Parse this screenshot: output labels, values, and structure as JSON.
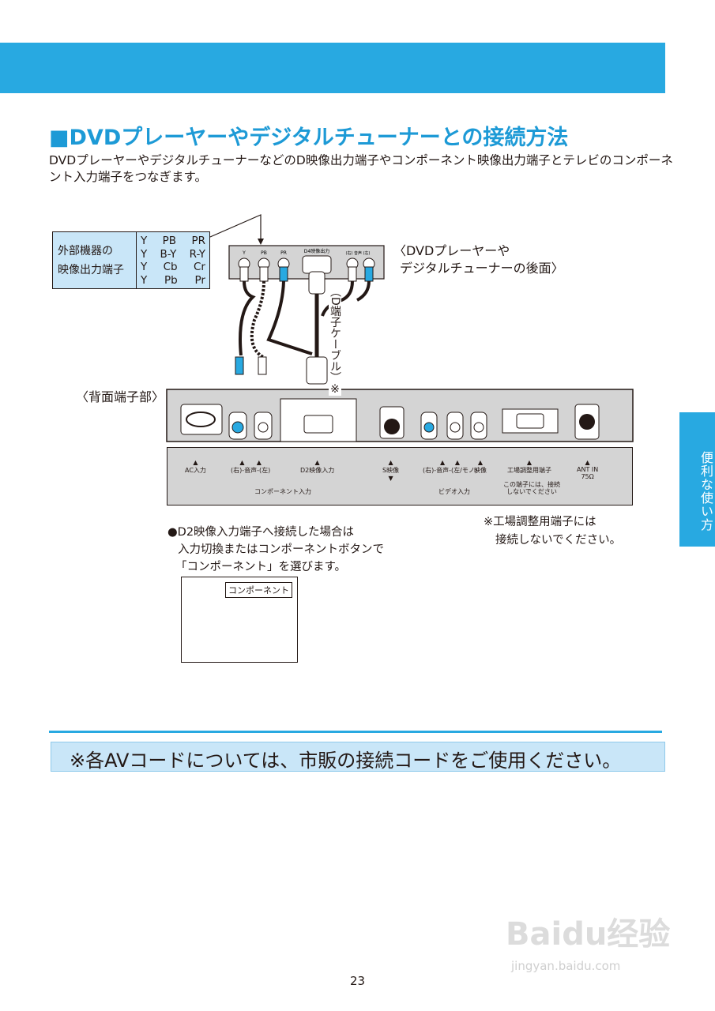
{
  "heading": "■DVDプレーヤーやデジタルチューナーとの接続方法",
  "intro_text": "DVDプレーヤーやデジタルチューナーなどのD映像出力端子やコンポーネント映像出力端子とテレビのコンポーネント入力端子をつなぎます。",
  "side_tab": "便利な使い方",
  "spec_box": {
    "label_line1": "外部機器の",
    "label_line2": "映像出力端子",
    "rows": [
      [
        "Y",
        "PB",
        "PR"
      ],
      [
        "Y",
        "B-Y",
        "R-Y"
      ],
      [
        "Y",
        "Cb",
        "Cr"
      ],
      [
        "Y",
        "Pb",
        "Pr"
      ]
    ]
  },
  "dvd_panel": {
    "label_line1": "〈DVDプレーヤーや",
    "label_line2": "デジタルチューナーの後面〉",
    "jacks": [
      "Y",
      "PB",
      "PR"
    ],
    "d4_label": "D4映像出力",
    "audio_label": "(右) 音声 (左)"
  },
  "cable_label": "（D端子ケーブル）※",
  "rear_label": "〈背面端子部〉",
  "rear_panel_labels": {
    "ac": "AC入力",
    "comp_audio": "(右)-音声-(左)",
    "d2": "D2映像入力",
    "comp_group": "コンポーネント入力",
    "s_video": "S映像",
    "video_audio": "(右)-音声-(左/モノ)",
    "video": "映像",
    "video_group": "ビデオ入力",
    "factory": "工場調整用端子",
    "factory_note_1": "この端子には、接続",
    "factory_note_2": "しないでください",
    "ant": "ANT  IN",
    "ant_ohm": "75Ω"
  },
  "note_left": {
    "line1": "●D2映像入力端子へ接続した場合は",
    "line2": "入力切換またはコンポーネントボタンで",
    "line3": "「コンポーネント」を選びます。"
  },
  "note_right": {
    "line1": "※工場調整用端子には",
    "line2": "接続しないでください。"
  },
  "screen_label": "コンポーネント",
  "footer_text": "※各AVコードについては、市販の接続コードをご使用ください。",
  "page_number": "23",
  "watermark": {
    "logo": "Baidu经验",
    "url": "jingyan.baidu.com"
  },
  "colors": {
    "accent_blue": "#28a9e1",
    "light_blue": "#c9e6f8",
    "heading_blue": "#1d9ad6",
    "panel_gray": "#d4d4d4"
  }
}
